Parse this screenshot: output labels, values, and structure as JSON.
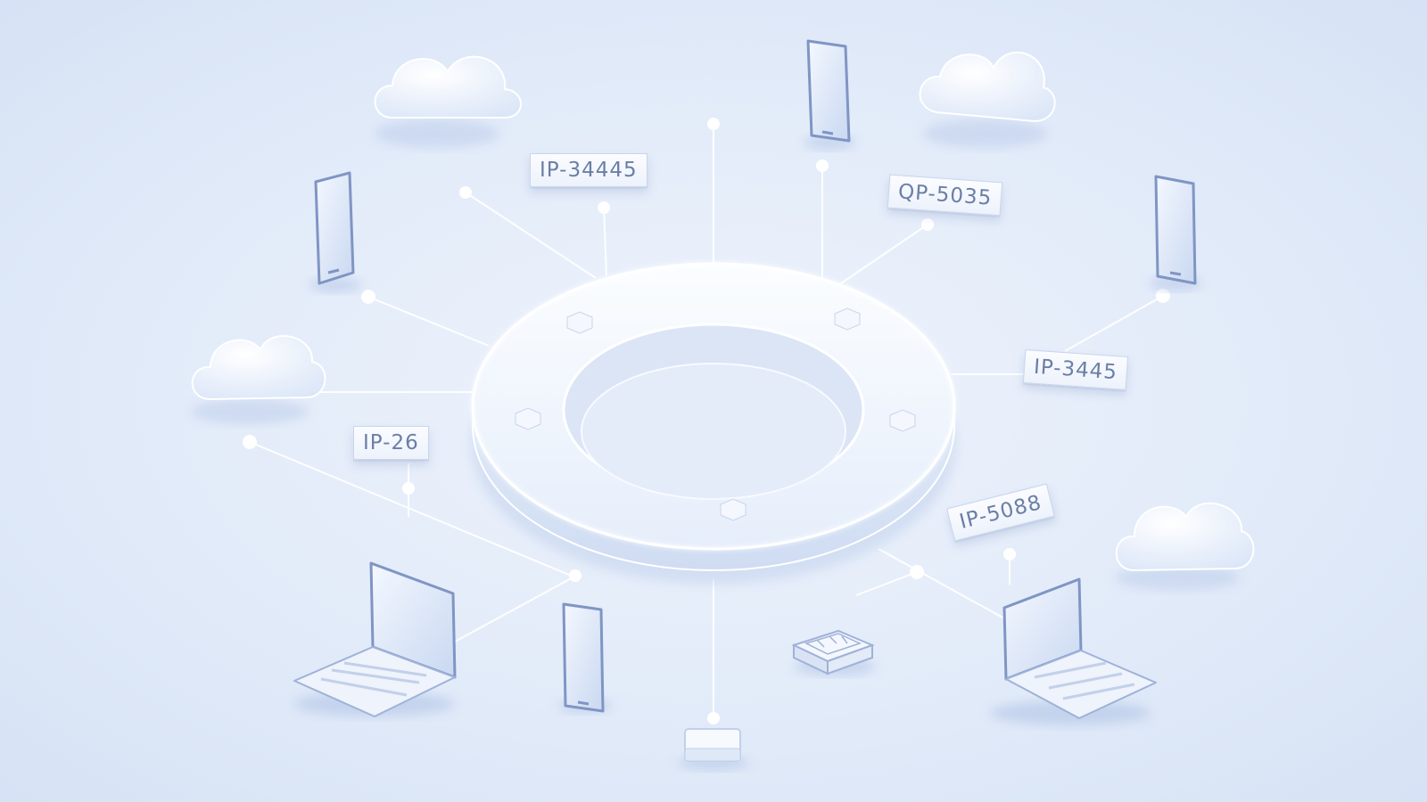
{
  "labels": {
    "ip_34445": "IP-34445",
    "qp_5035": "QP-5035",
    "ip_3445": "IP-3445",
    "ip_26": "IP-26",
    "ip_5088": "IP-5088"
  },
  "colors": {
    "background": "#dfe9f8",
    "line": "#ffffff",
    "label_text": "#6a7fa6",
    "device_outline": "#7f95c4"
  },
  "icons": [
    "cloud-icon",
    "smartphone-icon",
    "laptop-icon",
    "router-icon",
    "network-box-icon",
    "ring-hub"
  ]
}
